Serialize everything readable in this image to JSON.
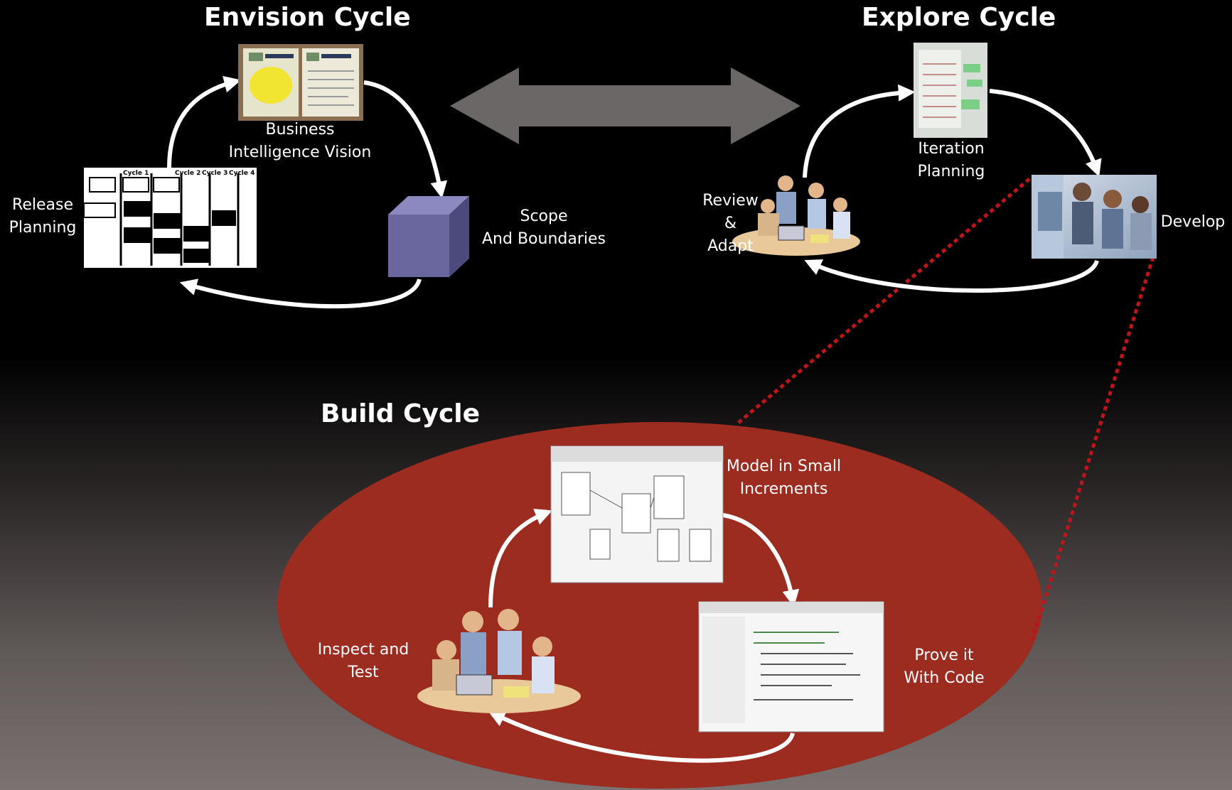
{
  "titles": {
    "envision": "Envision Cycle",
    "explore": "Explore Cycle",
    "build": "Build Cycle"
  },
  "envision": {
    "bi_vision": [
      "Business",
      "Intelligence Vision"
    ],
    "scope": [
      "Scope",
      "And Boundaries"
    ],
    "release": [
      "Release",
      "Planning"
    ]
  },
  "explore": {
    "iteration": [
      "Iteration",
      "Planning"
    ],
    "develop": "Develop",
    "review": [
      "Review",
      "&",
      "Adapt"
    ]
  },
  "build": {
    "model": [
      "Model in Small",
      "Increments"
    ],
    "prove": [
      "Prove it",
      "With Code"
    ],
    "inspect": [
      "Inspect and",
      "Test"
    ]
  },
  "release_chart": {
    "column_headers": [
      "Cycle 1",
      "Cycle 2",
      "Cycle 3",
      "Cycle 4"
    ]
  },
  "colors": {
    "build_ellipse": "#9c2b20",
    "cycle_arrows": "#ffffff",
    "bidirectional_arrow": "#6b6766",
    "dotted_link": "#c0141a",
    "scope_cube": "#6a679e"
  },
  "icons": [
    "bi-vision-documents-image",
    "scope-cube-icon",
    "release-planning-chart",
    "iteration-planning-board-image",
    "develop-team-photo",
    "meeting-people-clipart",
    "data-model-screenshot",
    "code-editor-screenshot"
  ]
}
